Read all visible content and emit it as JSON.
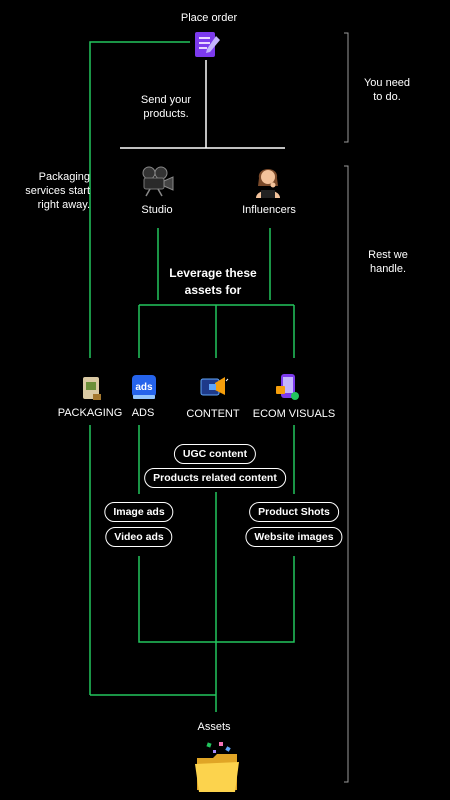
{
  "colors": {
    "connector": "#22c55e",
    "divider": "#ffffff",
    "bracket": "#9a9a9a"
  },
  "top": {
    "place_order": "Place order",
    "send_products": "Send your products.",
    "you_need": "You need to do."
  },
  "sources": {
    "studio": "Studio",
    "influencers": "Influencers"
  },
  "side": {
    "packaging_note": "Packaging services start right away.",
    "rest_we_handle": "Rest we handle."
  },
  "leverage": "Leverage these assets for",
  "categories": {
    "packaging": "PACKAGING",
    "ads": "ADS",
    "content": "CONTENT",
    "ecom": "ECOM VISUALS"
  },
  "pills": {
    "ugc": "UGC content",
    "products_related": "Products related content",
    "image_ads": "Image ads",
    "video_ads": "Video ads",
    "product_shots": "Product Shots",
    "website_images": "Website images"
  },
  "assets": "Assets",
  "icons": {
    "place_order": "document-pen-icon",
    "studio": "film-camera-icon",
    "influencers": "thinking-woman-icon",
    "packaging": "package-box-icon",
    "ads": "ads-card-icon",
    "content": "megaphone-icon",
    "ecom": "phone-shopping-icon",
    "assets": "folder-icon"
  }
}
